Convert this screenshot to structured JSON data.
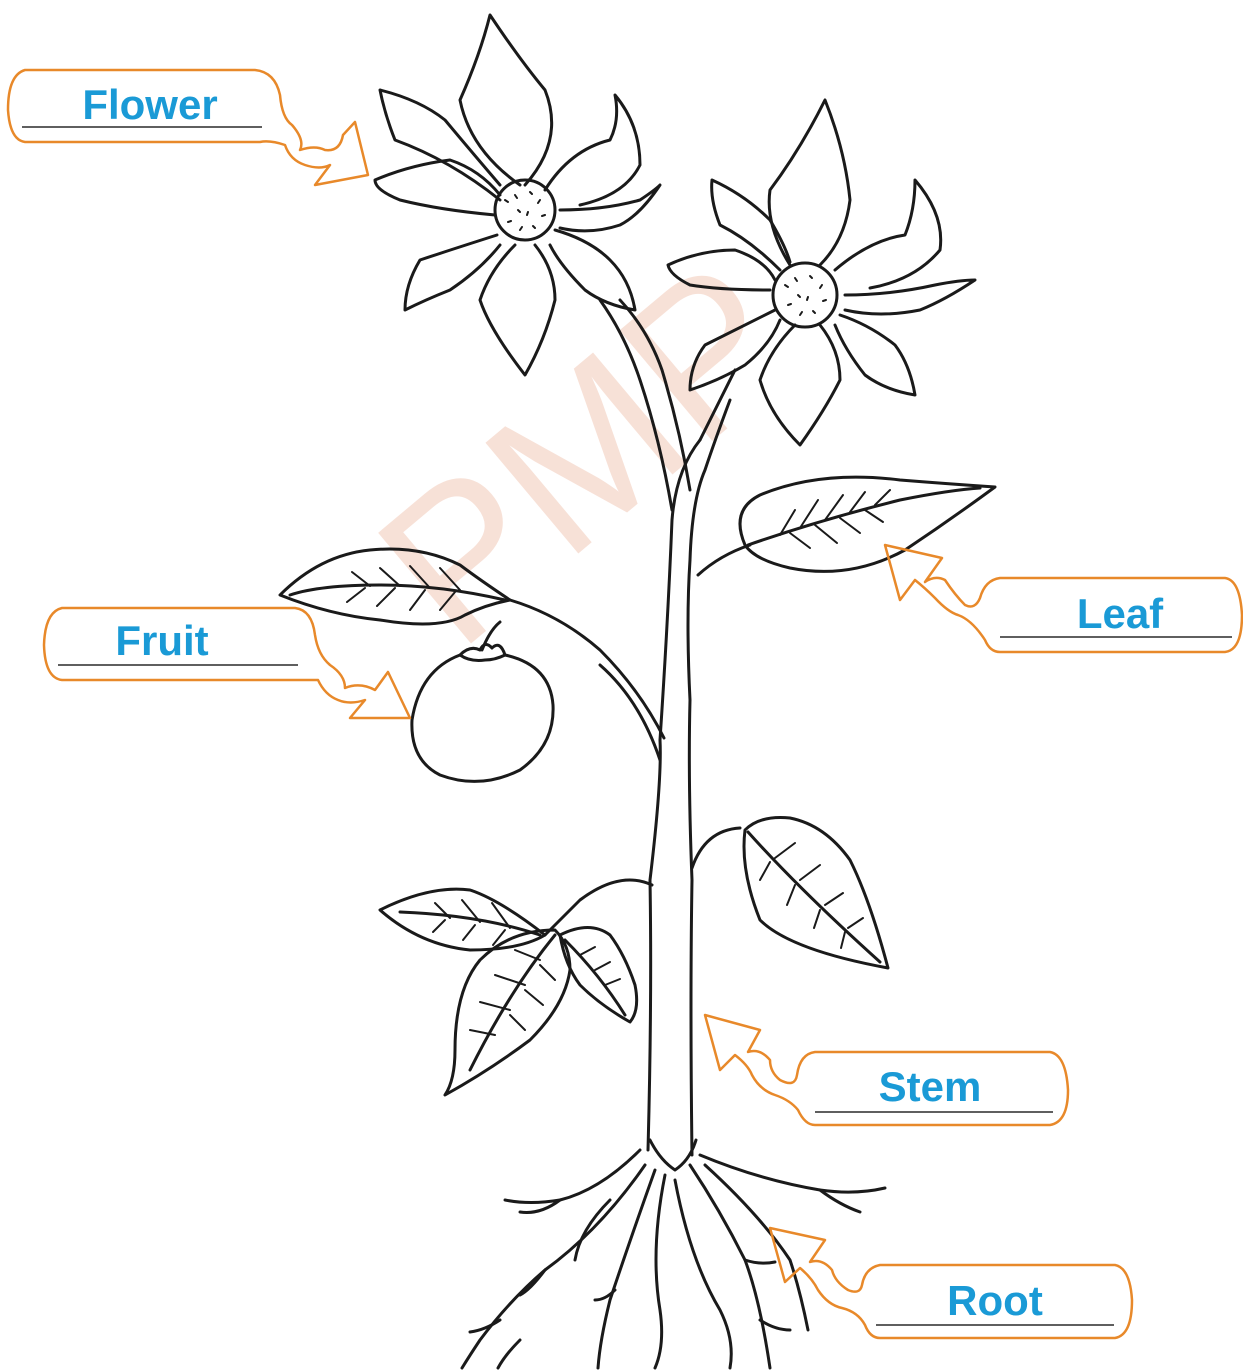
{
  "diagram": {
    "watermark": "PMP",
    "labels": {
      "flower": "Flower",
      "fruit": "Fruit",
      "leaf": "Leaf",
      "stem": "Stem",
      "root": "Root"
    },
    "colors": {
      "label_text": "#1a9ad6",
      "callout_border": "#e8892a",
      "line_art": "#1a1a1a",
      "watermark": "#f2c9b8"
    }
  }
}
